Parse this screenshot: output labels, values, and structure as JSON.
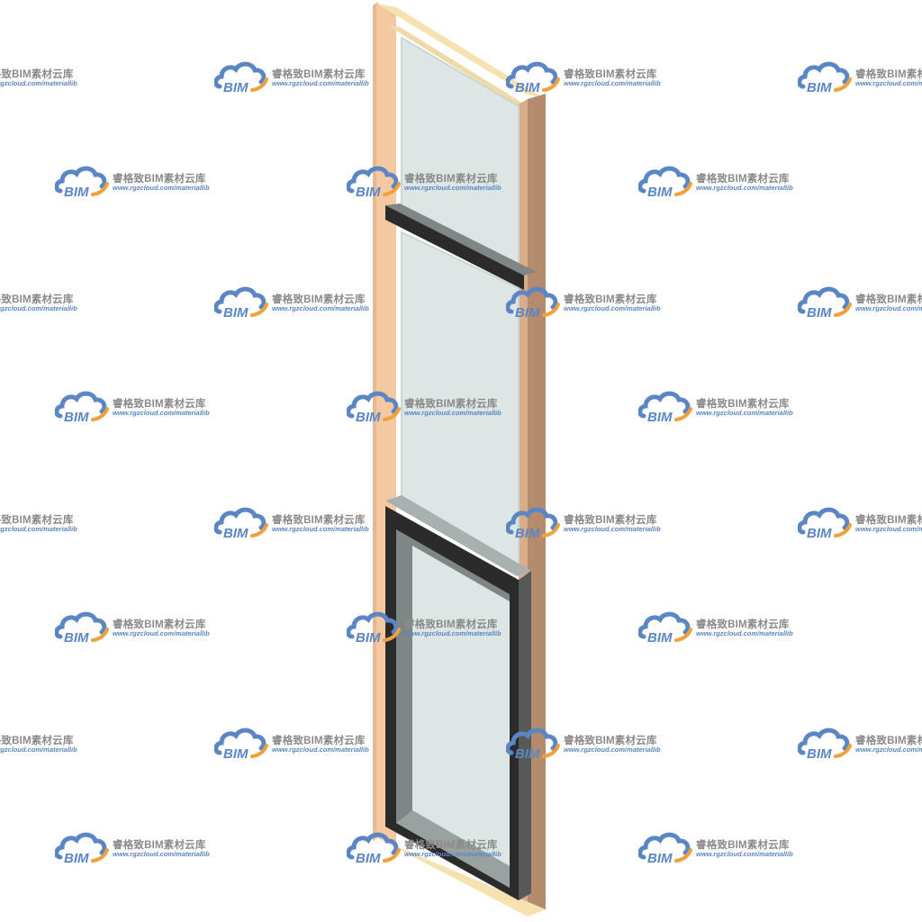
{
  "watermark": {
    "name": "睿格致BIM素材云库",
    "url": "www.rgzcloud.com/materiallib",
    "logo_text": "BIM",
    "logo_icon": "cloud-logo-icon",
    "logo_colors": {
      "cloud": "#5b86c5",
      "swoosh": "#f0a13c",
      "text": "#8a8a8a"
    }
  },
  "model": {
    "subject": "window-unit-3d",
    "colors": {
      "frame_front": "#f4c9a2",
      "frame_side": "#b58b6e",
      "frame_top": "#f6e2b0",
      "glass": "#dde6e4",
      "glass_edge": "#c9d6d3",
      "sash_dark": "#2b2b2b",
      "sash_reveal": "#7f8786",
      "sash_reveal_light": "#a9b1b0"
    }
  }
}
